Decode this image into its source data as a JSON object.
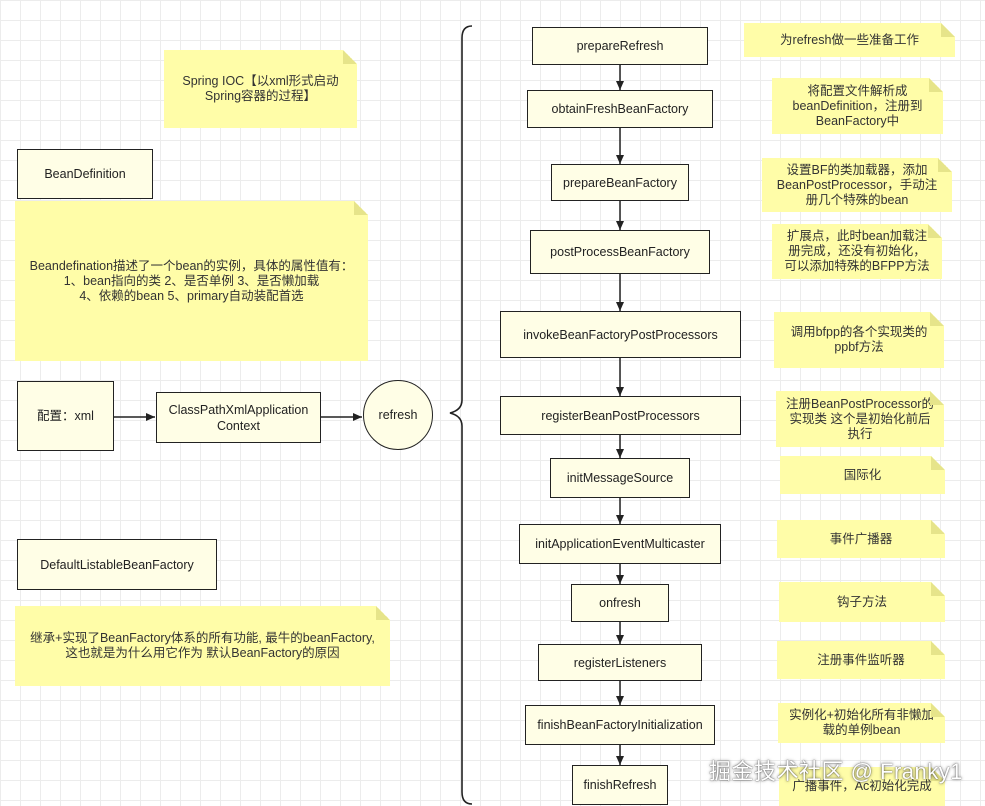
{
  "diagram": {
    "title_note": "Spring IOC【以xml形式启动\nSpring容器的过程】",
    "bean_definition_label": "BeanDefinition",
    "bean_definition_note": "Beandefination描述了一个bean的实例，具体的属性值有：\n1、bean指向的类 2、是否单例 3、是否懒加载\n4、依赖的bean 5、primary自动装配首选",
    "config_label": "配置：xml",
    "context_label": "ClassPathXmlApplication\nContext",
    "refresh_label": "refresh",
    "factory_label": "DefaultListableBeanFactory",
    "factory_note": "继承+实现了BeanFactory体系的所有功能, 最牛的beanFactory,\n这也就是为什么用它作为 默认BeanFactory的原因",
    "steps": [
      {
        "label": "prepareRefresh",
        "note": "为refresh做一些准备工作"
      },
      {
        "label": "obtainFreshBeanFactory",
        "note": "将配置文件解析成\nbeanDefinition，注册到\nBeanFactory中"
      },
      {
        "label": "prepareBeanFactory",
        "note": "设置BF的类加载器，添加\nBeanPostProcessor，手动注\n册几个特殊的bean"
      },
      {
        "label": "postProcessBeanFactory",
        "note": "扩展点，此时bean加载注\n册完成，还没有初始化，\n可以添加特殊的BFPP方法"
      },
      {
        "label": "invokeBeanFactoryPostProcessors",
        "note": "调用bfpp的各个实现类的\nppbf方法"
      },
      {
        "label": "registerBeanPostProcessors",
        "note": "注册BeanPostProcessor的\n实现类 这个是初始化前后\n执行"
      },
      {
        "label": "initMessageSource",
        "note": "国际化"
      },
      {
        "label": "initApplicationEventMulticaster",
        "note": "事件广播器"
      },
      {
        "label": "onfresh",
        "note": "钩子方法"
      },
      {
        "label": "registerListeners",
        "note": "注册事件监听器"
      },
      {
        "label": "finishBeanFactoryInitialization",
        "note": "实例化+初始化所有非懒加\n载的单例bean"
      },
      {
        "label": "finishRefresh",
        "note": "广播事件，Ac初始化完成"
      }
    ]
  },
  "watermark": "掘金技术社区 @ Franky1",
  "colors": {
    "note_fill": "#fffda8",
    "box_fill": "#fffee6",
    "stroke": "#222222"
  }
}
